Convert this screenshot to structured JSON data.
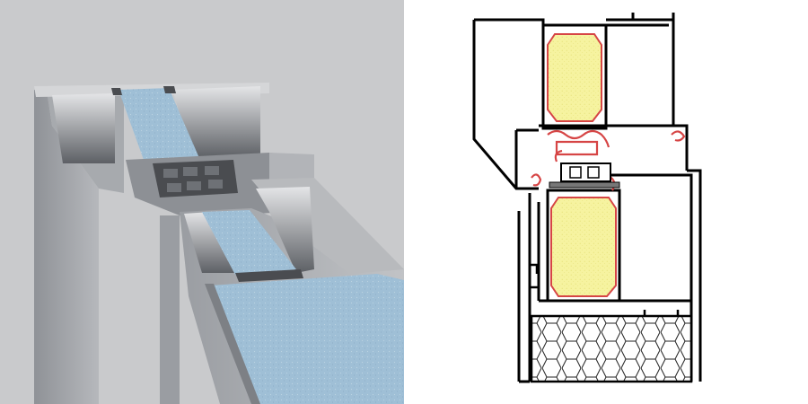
{
  "figure": {
    "left_panel": "3d-rendered-section",
    "right_panel": "cad-cross-section-drawing",
    "colors": {
      "background_render": "#c9cacc",
      "aluminium_light": "#b9bbbf",
      "aluminium_mid": "#9ea1a6",
      "aluminium_dark": "#6e7176",
      "glass_infill_render": "#9fbfd6",
      "insulation_core_drawing": "#f6f3a0",
      "gasket_drawing": "#d64545",
      "frame_outline_drawing": "#000000",
      "thermal_break": "#4a4c50"
    },
    "icons": [
      "honeycomb-fill-pattern",
      "stipple-fill-pattern"
    ]
  }
}
